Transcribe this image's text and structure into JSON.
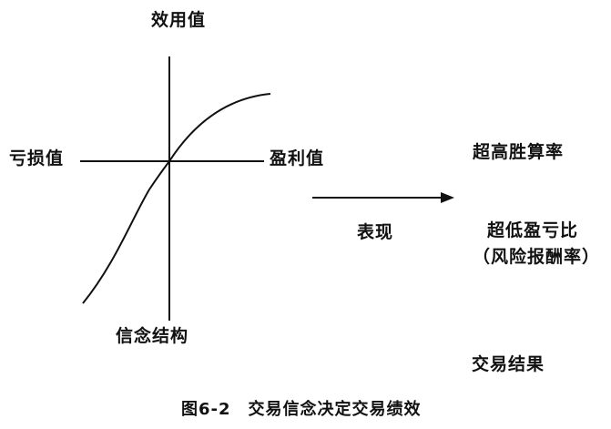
{
  "diagram": {
    "y_axis_label": "效用值",
    "x_axis_left_label": "亏损值",
    "x_axis_right_label": "盈利值",
    "bottom_label": "信念结构",
    "arrow_label": "表现",
    "outcome_win_rate": "超高胜算率",
    "outcome_pl_ratio": "超低盈亏比",
    "outcome_risk_reward": "（风险报酬率）",
    "outcome_result": "交易结果",
    "caption": "图6-2　交易信念决定交易绩效"
  },
  "colors": {
    "ink": "#111111",
    "background": "#ffffff"
  }
}
